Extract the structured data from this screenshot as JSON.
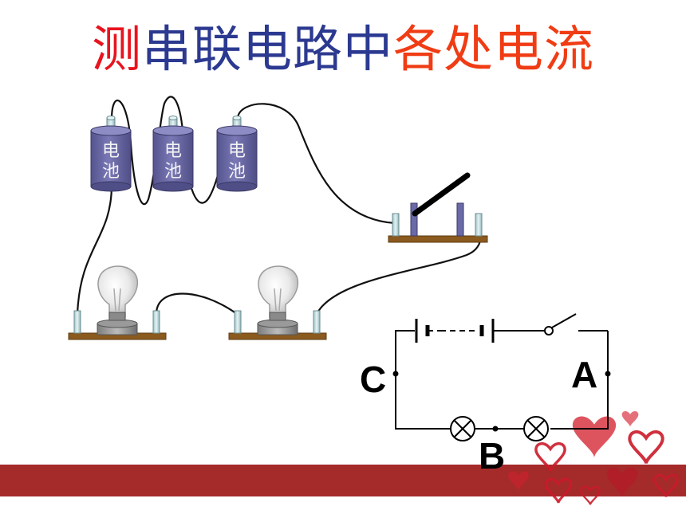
{
  "title": {
    "segments": [
      {
        "text": "测",
        "color": "#e8141e"
      },
      {
        "text": "串联电路中",
        "color": "#2b3990"
      },
      {
        "text": "各处电流",
        "color": "#f03c14"
      }
    ]
  },
  "batteries": [
    {
      "label_top": "电",
      "label_bottom": "池"
    },
    {
      "label_top": "电",
      "label_bottom": "池"
    },
    {
      "label_top": "电",
      "label_bottom": "池"
    }
  ],
  "points": {
    "a": "A",
    "b": "B",
    "c": "C"
  },
  "colors": {
    "battery": "#6b6aa8",
    "board": "#8b5a1e",
    "footer_bar": "#a52a2a",
    "hearts": "#cc1a2a"
  }
}
